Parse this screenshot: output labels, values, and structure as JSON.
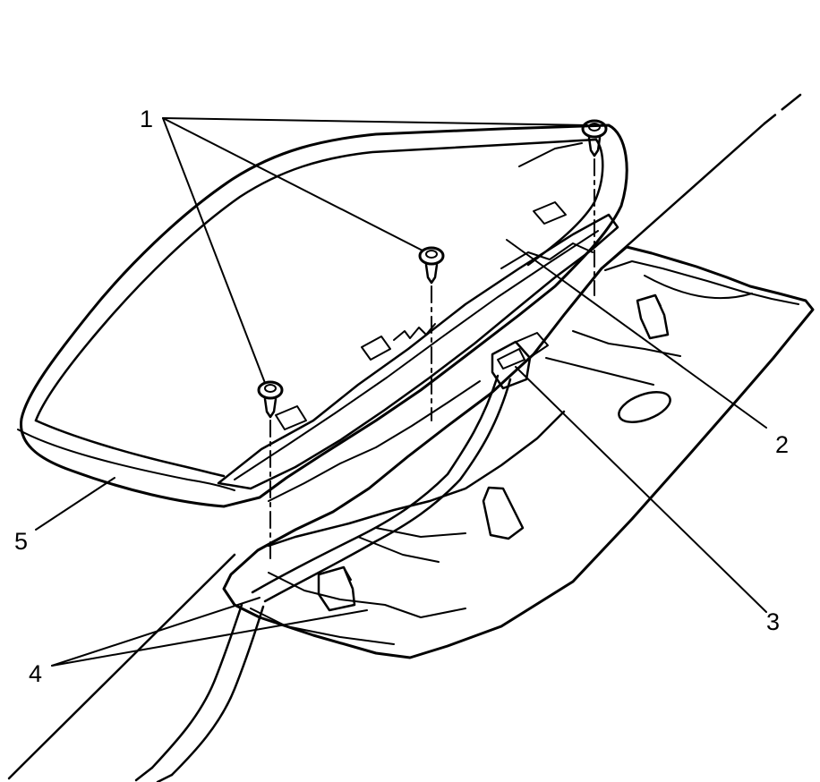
{
  "diagram": {
    "colors": {
      "ink": "#000000",
      "background": "#ffffff"
    },
    "callouts": {
      "c1": "1",
      "c2": "2",
      "c3": "3",
      "c4": "4",
      "c5": "5"
    }
  }
}
